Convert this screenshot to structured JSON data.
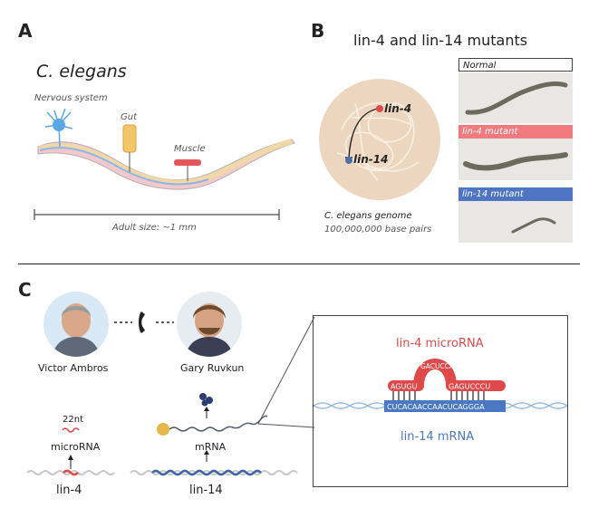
{
  "panels": {
    "a": "A",
    "b": "B",
    "c": "C"
  },
  "panel_a": {
    "species": "C. elegans",
    "nervous_system": "Nervous system",
    "gut": "Gut",
    "muscle": "Muscle",
    "size": "Adult size: ~1 mm"
  },
  "panel_b": {
    "title": "lin-4 and lin-14 mutants",
    "gene1": "lin-4",
    "gene2": "lin-14",
    "genome_title": "C. elegans genome",
    "genome_size": "100,000,000 base pairs",
    "normal": "Normal",
    "lin4_mutant": "lin-4 mutant",
    "lin14_mutant": "lin-14 mutant"
  },
  "panel_c": {
    "person1": "Victor Ambros",
    "person2": "Gary Ruvkun",
    "nt": "22nt",
    "microrna": "microRNA",
    "lin4_gene": "lin-4",
    "mrna": "mRNA",
    "lin14_gene": "lin-14",
    "mirna_title": "lin-4 microRNA",
    "mrna_title": "lin-14 mRNA",
    "mirna_seq_left": "AGUGU",
    "mirna_loop": "GACUCCA",
    "mirna_seq_right": "GAGUCCCU",
    "mrna_seq": "CUCACAACCAACUCAGGGA"
  },
  "colors": {
    "red": "#e0494a",
    "blue": "#4a78c2",
    "pink_bg": "#f07a7e",
    "blue_bg": "#4f74c4"
  }
}
